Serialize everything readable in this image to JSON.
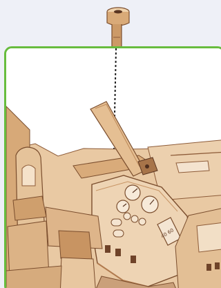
{
  "illustration": {
    "subject": "wooden-model-dashboard-assembly-step",
    "icons": [
      "bolt-peg-icon",
      "dashed-insert-arrow",
      "dashboard-panel",
      "gauge-dial",
      "speedometer-panel",
      "steering-column",
      "cockpit-seat"
    ]
  },
  "panel_labels": {
    "speed_gauge_text": "40 60"
  },
  "colors": {
    "frame_border": "#67bc3e",
    "wood_light": "#e9c9a3",
    "wood_mid": "#d8ad80",
    "wood_dark": "#a7744b",
    "wood_edge": "#7a4d2d",
    "background": "#eef0f7"
  }
}
